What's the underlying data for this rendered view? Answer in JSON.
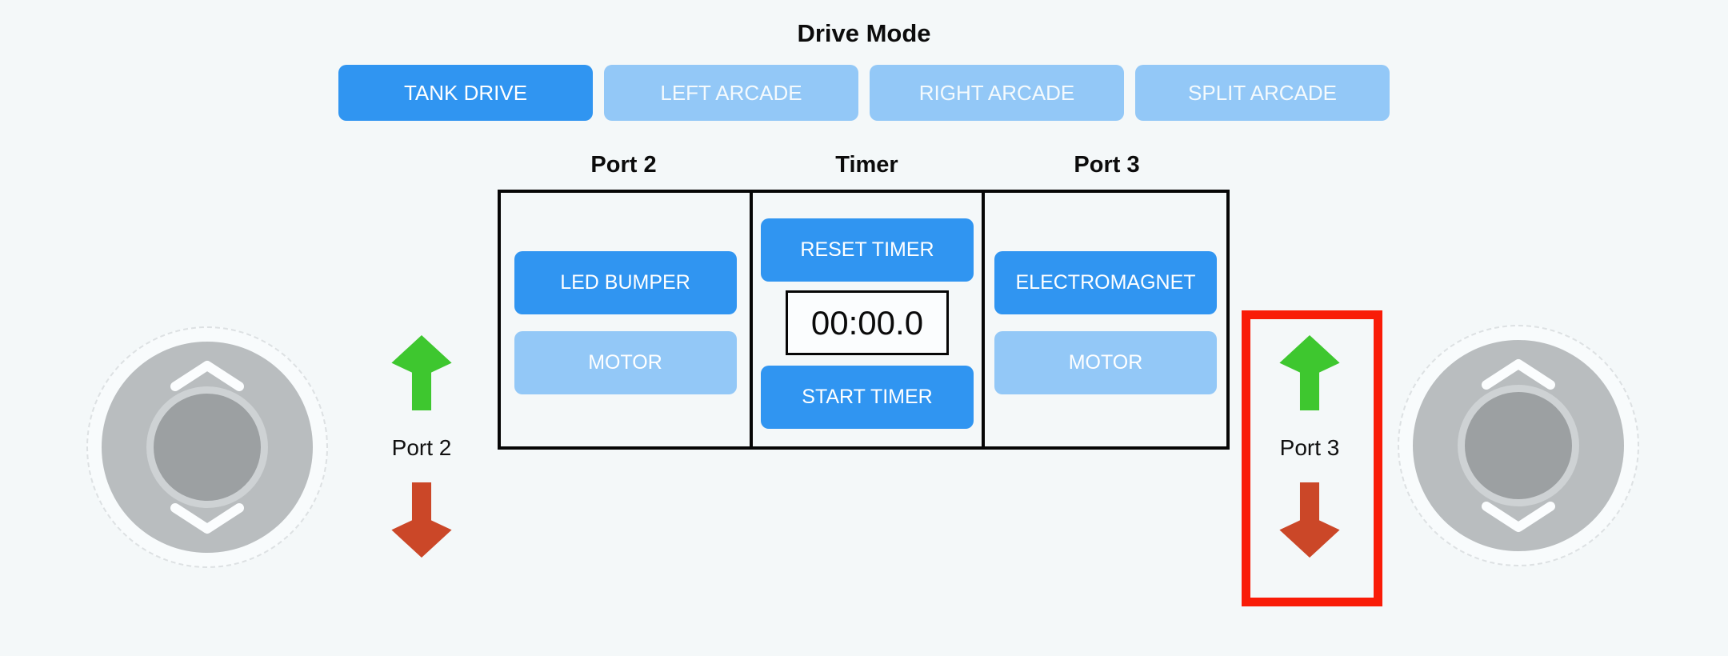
{
  "colors": {
    "background": "#f4f8f9",
    "active_button_blue": "#3095f1",
    "inactive_button_blue": "#93c8f7",
    "green_arrow": "#3ec72f",
    "red_arrow": "#cb4728",
    "highlight_red": "#f91c08",
    "panel_border": "#060606"
  },
  "drive_mode": {
    "title": "Drive Mode",
    "buttons": [
      {
        "label": "TANK DRIVE",
        "active": true
      },
      {
        "label": "LEFT ARCADE",
        "active": false
      },
      {
        "label": "RIGHT ARCADE",
        "active": false
      },
      {
        "label": "SPLIT ARCADE",
        "active": false
      }
    ]
  },
  "panel": {
    "columns": [
      {
        "header": "Port 2",
        "buttons": [
          {
            "label": "LED BUMPER",
            "active": true
          },
          {
            "label": "MOTOR",
            "active": false
          }
        ]
      },
      {
        "header": "Timer",
        "reset_label": "RESET TIMER",
        "display": "00:00.0",
        "start_label": "START TIMER"
      },
      {
        "header": "Port 3",
        "buttons": [
          {
            "label": "ELECTROMAGNET",
            "active": true
          },
          {
            "label": "MOTOR",
            "active": false
          }
        ]
      }
    ]
  },
  "left_control": {
    "label": "Port 2",
    "up_icon": "green-up-arrow",
    "down_icon": "red-down-arrow"
  },
  "right_control": {
    "label": "Port 3",
    "up_icon": "green-up-arrow",
    "down_icon": "red-down-arrow",
    "highlighted": true
  },
  "joysticks": {
    "left": "vertical-joystick",
    "right": "vertical-joystick"
  }
}
